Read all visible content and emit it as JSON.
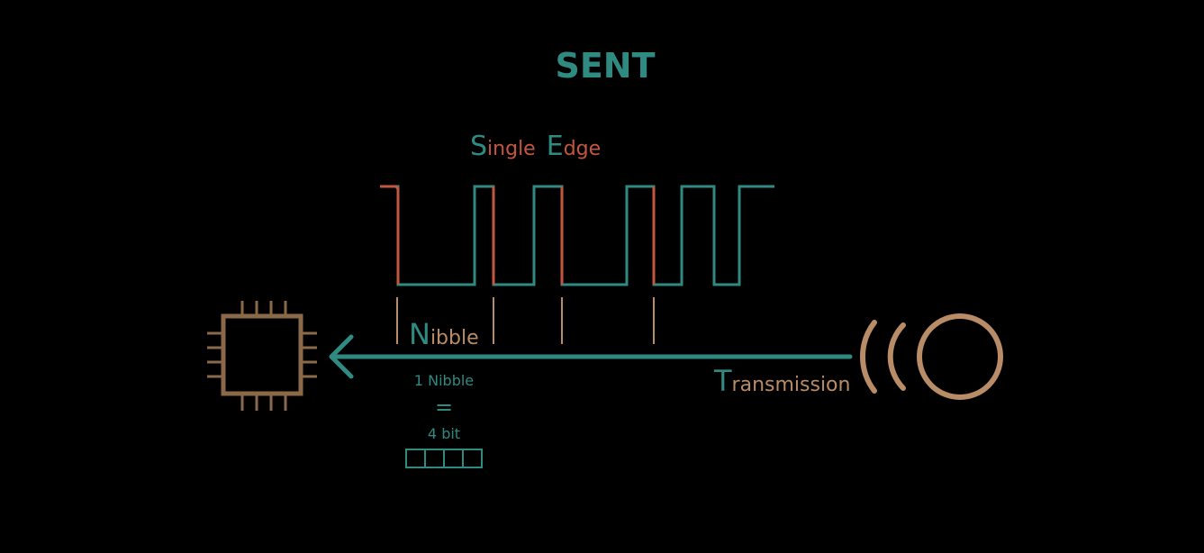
{
  "title": "SENT",
  "subtitle": {
    "single_initial": "S",
    "single_rest": "ingle",
    "edge_initial": "E",
    "edge_rest": "dge"
  },
  "nibble_label": {
    "initial": "N",
    "rest": "ibble"
  },
  "transmission_label": {
    "initial": "T",
    "rest": "ransmission"
  },
  "nibble_definition": {
    "line1": "1 Nibble",
    "equals": "=",
    "line3": "4 bit",
    "bit_boxes": 4
  },
  "icons": [
    "chip-icon",
    "sensor-wave-icon",
    "arrow-left-icon"
  ],
  "colors": {
    "background": "#000000",
    "teal": "#2f8a82",
    "red_edge": "#c3563e",
    "tan": "#b88c66",
    "bronze": "#8a6848",
    "gray": "#8c8c8c"
  }
}
